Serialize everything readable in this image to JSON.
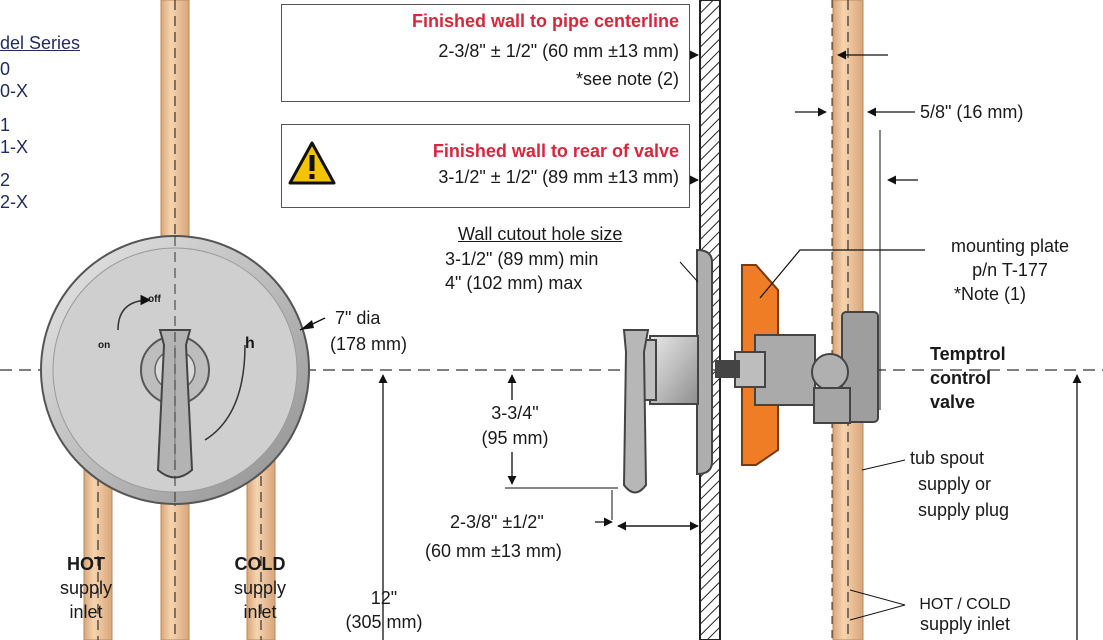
{
  "model_series": {
    "heading": "del Series",
    "items": [
      "0",
      "0-X",
      "1",
      "1-X",
      "2",
      "2-X"
    ]
  },
  "callouts": {
    "centerline": {
      "title": "Finished wall to pipe centerline",
      "dimension": "2-3/8\" ± 1/2\" (60 mm ±13 mm)",
      "note": "*see note (2)"
    },
    "rear_of_valve": {
      "title": "Finished wall to rear of valve",
      "dimension": "3-1/2\" ± 1/2\" (89 mm ±13 mm)",
      "warning_icon": "warning-triangle-icon"
    }
  },
  "labels": {
    "cutout_title": "Wall cutout hole size",
    "cutout_min": "3-1/2\" (89 mm) min",
    "cutout_max": "4\" (102 mm) max",
    "dia_1": "7\" dia",
    "dia_2": "(178 mm)",
    "pipe_od": "5/8\" (16 mm)",
    "plate_1": "mounting plate",
    "plate_2": "p/n T-177",
    "plate_3": "*Note (1)",
    "valve_1": "Temptrol",
    "valve_2": "control",
    "valve_3": "valve",
    "height_1": "3-3/4\"",
    "height_2": "(95 mm)",
    "depth_1": "2-3/8\" ±1/2\"",
    "depth_2": "(60 mm ±13 mm)",
    "spout_1": "tub spout",
    "spout_2": "supply or",
    "spout_3": "supply plug",
    "hot_1": "HOT",
    "hot_2": "supply",
    "hot_3": "inlet",
    "cold_1": "COLD",
    "cold_2": "supply",
    "cold_3": "inlet",
    "rough_1": "12\"",
    "rough_2": "(305 mm)",
    "inlet_1": "HOT / COLD",
    "inlet_2": "supply inlet"
  },
  "trim_markings": {
    "off": "off",
    "on": "on",
    "h": "h"
  },
  "colors": {
    "pipe": "#f2c9a0",
    "pipe_stroke": "#b9885a",
    "mounting_plate": "#ef7d26",
    "trim": "#c9c9c9",
    "accent_red": "#d7263d",
    "model_text": "#1f2b5b",
    "warning_yellow": "#f5c400"
  }
}
